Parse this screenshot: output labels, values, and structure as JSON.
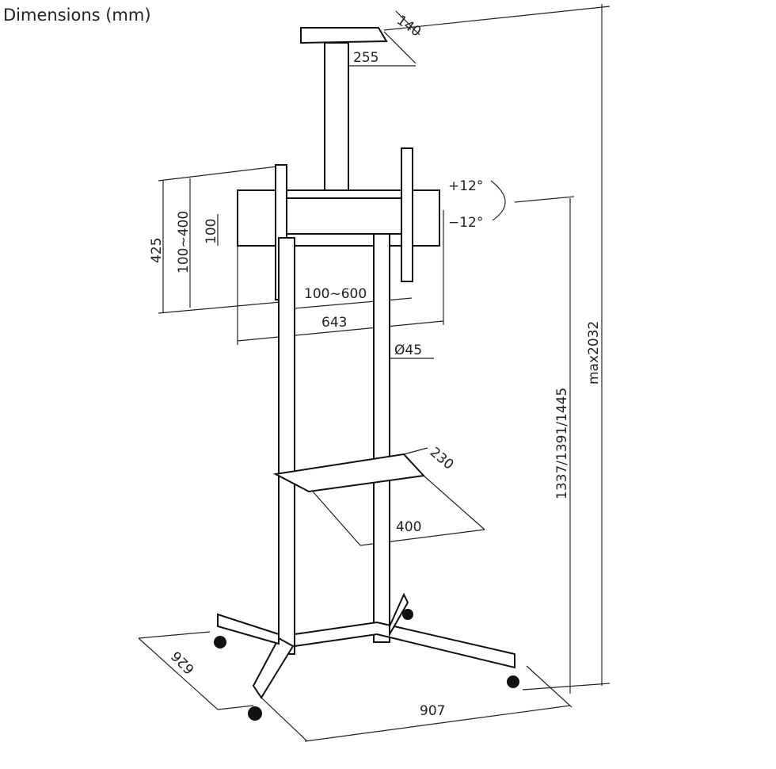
{
  "title": "Dimensions (mm)",
  "dimensions": {
    "top_tray_depth": "140",
    "top_tray_width": "255",
    "tilt_up": "+12°",
    "tilt_down": "−12°",
    "bracket_height": "425",
    "vesa_vertical": "100~400",
    "vesa_min": "100",
    "vesa_horizontal": "100~600",
    "bracket_width": "643",
    "pole_diameter": "Ø45",
    "shelf_depth": "230",
    "shelf_width": "400",
    "max_height": "max2032",
    "center_heights": "1337/1391/1445",
    "base_depth": "626",
    "base_width": "907"
  }
}
